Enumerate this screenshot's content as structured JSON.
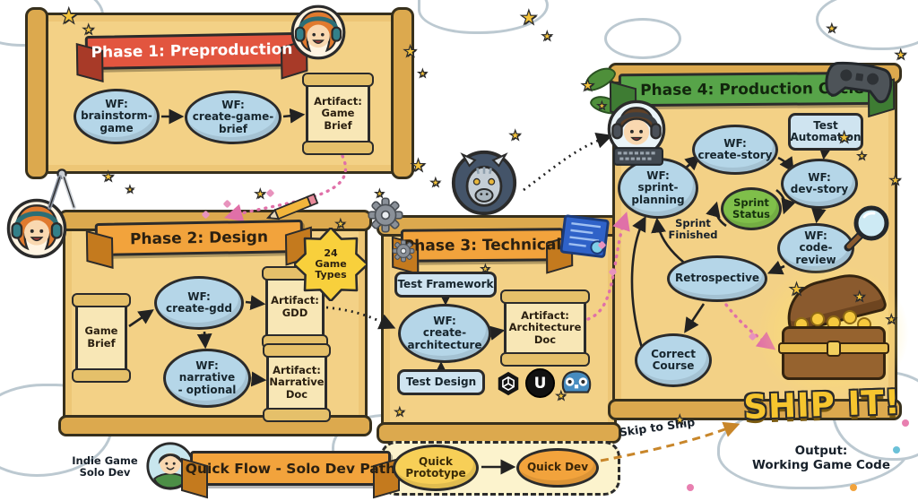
{
  "decor": {
    "star": "★"
  },
  "icons": {
    "star-icon": "★",
    "pencil-icon": "css-shape",
    "compass-icon": "css-shape",
    "gear-icon": "css-shape",
    "blueprint-icon": "css-shape",
    "game-controller-icon": "css-shape",
    "keyboard-icon": "css-shape",
    "magnifier-icon": "css-shape",
    "unity-icon": "css-shape",
    "unreal-icon": "U",
    "godot-icon": "css-shape",
    "treasure-chest-icon": "css-shape"
  },
  "phase1": {
    "title": "Phase 1: Preproduction",
    "nodes": {
      "brainstorm": "WF:\nbrainstorm-\ngame",
      "create_brief": "WF:\ncreate-game-\nbrief",
      "artifact_brief": "Artifact:\nGame\nBrief"
    }
  },
  "phase2": {
    "title": "Phase 2: Design",
    "badge": "24\nGame\nTypes",
    "nodes": {
      "game_brief": "Game\nBrief",
      "create_gdd": "WF:\ncreate-gdd",
      "artifact_gdd": "Artifact:\nGDD",
      "narrative": "WF:\nnarrative\n- optional",
      "artifact_narrative": "Artifact:\nNarrative\nDoc"
    }
  },
  "phase3": {
    "title": "Phase 3: Technical",
    "nodes": {
      "test_framework": "Test Framework",
      "create_architecture": "WF:\ncreate-\narchitecture",
      "artifact_architecture": "Artifact:\nArchitecture\nDoc",
      "test_design": "Test Design"
    },
    "unreal_letter": "U"
  },
  "phase4": {
    "title": "Phase 4: Production Cycle",
    "nodes": {
      "create_story": "WF:\ncreate-story",
      "test_automation": "Test\nAutomation",
      "sprint_planning": "WF:\nsprint-\nplanning",
      "dev_story": "WF:\ndev-story",
      "sprint_status": "Sprint\nStatus",
      "code_review": "WF:\ncode-review",
      "retrospective": "Retrospective",
      "correct_course": "Correct\nCourse"
    },
    "labels": {
      "sprint_finished": "Sprint\nFinished",
      "ship_it": "SHIP IT!"
    }
  },
  "quickflow": {
    "title": "Quick Flow - Solo Dev Path",
    "solo_dev": "Indie Game\nSolo Dev",
    "quick_prototype": "Quick\nPrototype",
    "quick_dev": "Quick Dev",
    "skip_to_ship": "Skip to Ship",
    "output": "Output:\nWorking Game Code"
  },
  "colors": {
    "banner_phase1": "#e2553f",
    "banner_orange": "#f2a33c",
    "banner_phase4": "#57a449",
    "parchment": "#f3d186",
    "node_blue": "#b5d6e8",
    "sprint_status_green": "#7fbf4a",
    "gold": "#f6c52e",
    "pink_trail": "#e070a8"
  }
}
